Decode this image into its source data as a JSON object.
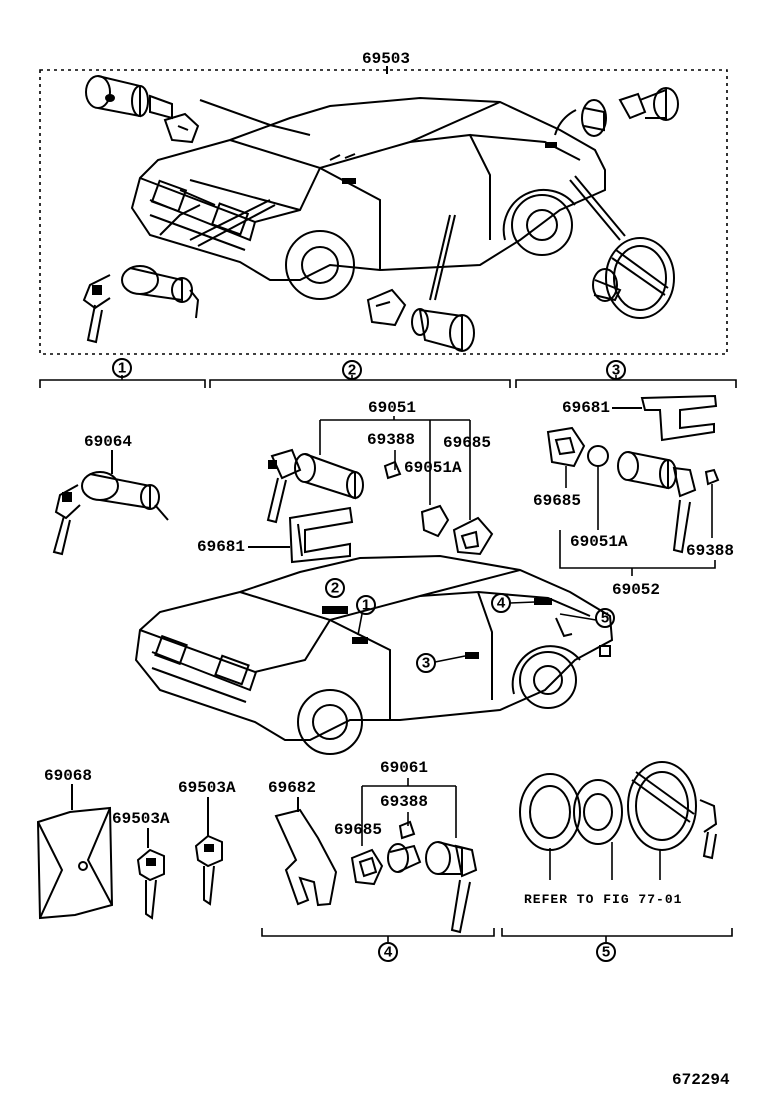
{
  "title_part": "69503",
  "sections": [
    {
      "marker": "1"
    },
    {
      "marker": "2"
    },
    {
      "marker": "3"
    },
    {
      "marker": "4"
    },
    {
      "marker": "5"
    }
  ],
  "group2": {
    "p69051": "69051",
    "p69388": "69388",
    "p69685": "69685",
    "p69051A": "69051A",
    "p69681": "69681"
  },
  "group1": {
    "p69064": "69064"
  },
  "group3": {
    "p69681": "69681",
    "p69685": "69685",
    "p69051A": "69051A",
    "p69388": "69388",
    "p69052": "69052"
  },
  "car_markers": [
    "2",
    "1",
    "4",
    "5",
    "3"
  ],
  "bottom": {
    "p69068": "69068",
    "p69503A_1": "69503A",
    "p69503A_2": "69503A",
    "p69682": "69682",
    "p69061": "69061",
    "p69388": "69388",
    "p69685": "69685",
    "refer": "REFER TO FIG 77-01"
  },
  "figure_no": "672294"
}
